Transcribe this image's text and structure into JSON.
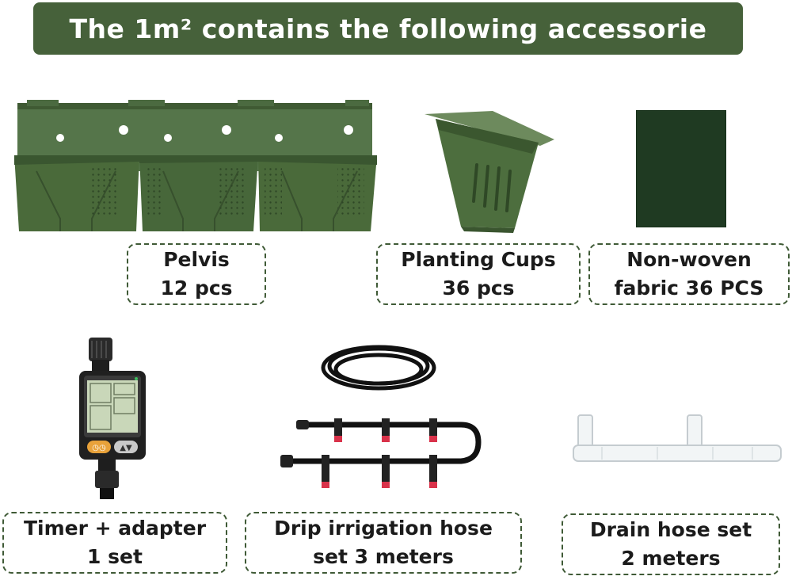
{
  "banner": {
    "title": "The 1m² contains the following accessorie"
  },
  "items": [
    {
      "name": "Pelvis",
      "quantity": "12 pcs",
      "icon": "planter-pelvis-image"
    },
    {
      "name": "Planting Cups",
      "quantity": "36 pcs",
      "icon": "planting-cup-image"
    },
    {
      "name": "Non-woven",
      "quantity": "fabric 36 PCS",
      "icon": "non-woven-fabric-image"
    },
    {
      "name": "Timer + adapter",
      "quantity": "1 set",
      "icon": "water-timer-image"
    },
    {
      "name": "Drip irrigation hose",
      "quantity": "set 3 meters",
      "icon": "drip-hose-image"
    },
    {
      "name": "Drain hose set",
      "quantity": "2 meters",
      "icon": "drain-hose-image"
    }
  ],
  "colors": {
    "banner_bg": "#46613a",
    "planter_green": "#4a6a3a",
    "fabric_green": "#1f3a22",
    "label_border": "#3f5a36"
  }
}
